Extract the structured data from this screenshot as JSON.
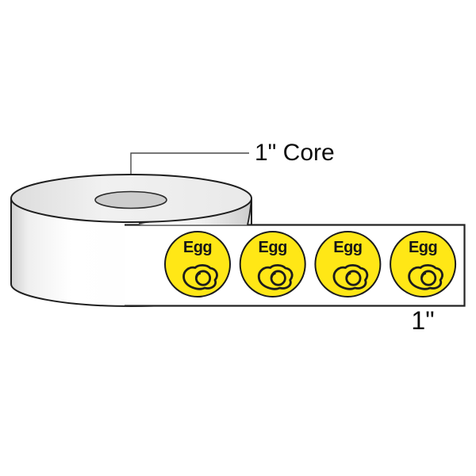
{
  "diagram": {
    "title": "label-roll-product-diagram",
    "core_dimension": "1\" Core",
    "label_width_dimension": "1\"",
    "sticker_text": "Egg",
    "sticker_icon": "fried-egg-icon",
    "stickers": [
      {
        "text": "Egg"
      },
      {
        "text": "Egg"
      },
      {
        "text": "Egg"
      },
      {
        "text": "Egg"
      }
    ],
    "colors": {
      "sticker_yellow": "#FFE716",
      "sticker_outline": "#1C1C1C",
      "line": "#1F1F1F",
      "leader_line": "#4A4A4A",
      "roll_top_gray": "#EDEDED",
      "core_hole_gray": "#CDCDCD",
      "strip_background": "#FFFFFF"
    }
  }
}
